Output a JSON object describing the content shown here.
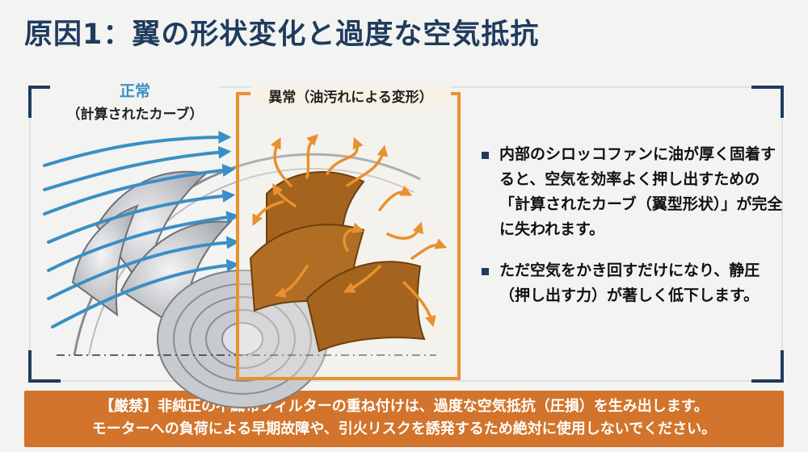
{
  "title": "原因1：翼の形状変化と過度な空気抵抗",
  "normal": {
    "heading": "正常",
    "subheading": "（計算されたカーブ）"
  },
  "abnormal": {
    "heading": "異常（油汚れによる変形）"
  },
  "bullets": [
    "内部のシロッコファンに油が厚く固着すると、空気を効率よく押し出すための「計算されたカーブ（翼型形状）」が完全に失われます。",
    "ただ空気をかき回すだけになり、静圧（押し出す力）が著しく低下します。"
  ],
  "warning": {
    "line1": "【厳禁】非純正の不織布フィルターの重ね付けは、過度な空気抵抗（圧損）を生み出します。",
    "line2": "モーターへの負荷による早期故障や、引火リスクを誘発するため絶対に使用しないでください。"
  },
  "colors": {
    "title": "#1f3b5e",
    "frame": "#1f3b5e",
    "normal_flow": "#3a8fc4",
    "abnormal_accent": "#e8912f",
    "grime": "#a5641e",
    "warning_bg": "#d2742b"
  }
}
